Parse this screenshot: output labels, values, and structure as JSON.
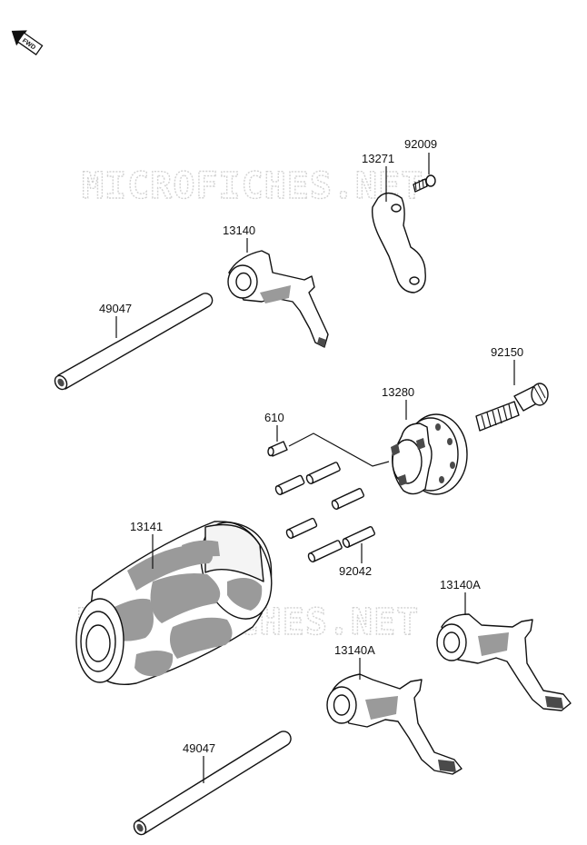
{
  "direction_badge": {
    "label": "FWD"
  },
  "watermark": {
    "top": "MICROFICHES.NET",
    "bottom": "MICROFICHES.NET"
  },
  "parts": {
    "shaft_upper": "49047",
    "fork_upper": "13140",
    "plate": "13271",
    "bolt_plate": "92009",
    "bolt_holder": "92150",
    "pin_holder": "13280",
    "small_pin": "610",
    "drum": "13141",
    "pins": "92042",
    "fork_right": "13140A",
    "fork_lower": "13140A",
    "shaft_lower": "49047"
  }
}
